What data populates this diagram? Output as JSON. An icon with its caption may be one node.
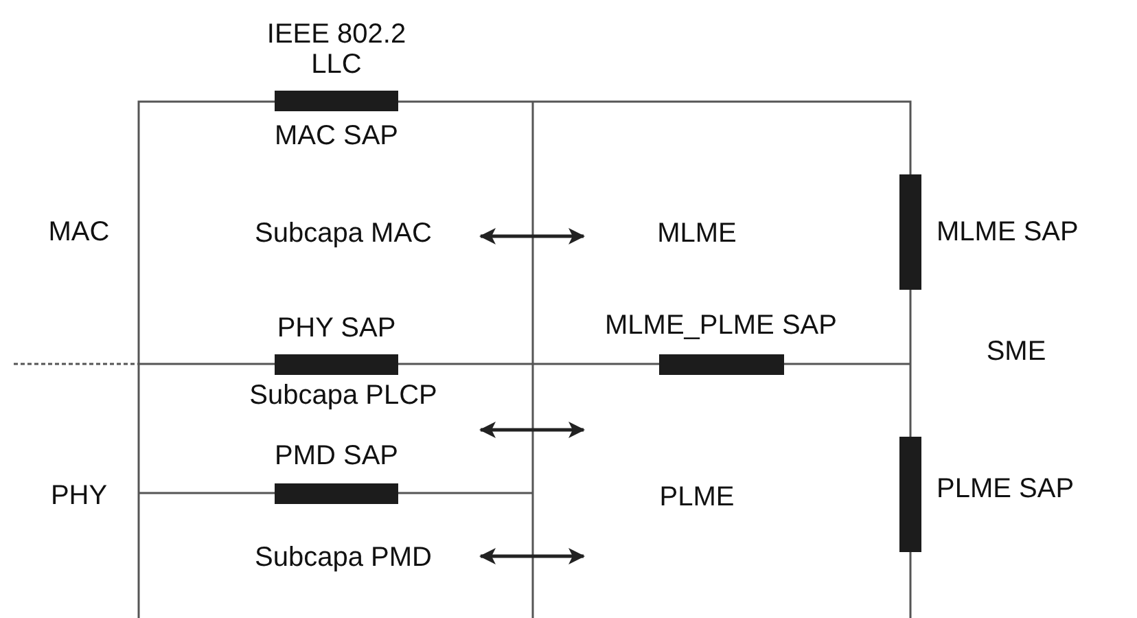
{
  "diagram": {
    "nodes": [
      {
        "text": [
          "Subcapa MAC"
        ]
      },
      {
        "text": [
          "MLME"
        ]
      },
      {
        "text": [
          "Subcapa PLCP"
        ]
      },
      {
        "text": [
          "Subcapa PMD"
        ]
      },
      {
        "text": [
          "PLME"
        ]
      }
    ],
    "edges": [
      {
        "from": 0,
        "to": 1,
        "arrow": "both"
      },
      {
        "from": 2,
        "to": 4,
        "arrow": "both"
      },
      {
        "from": 3,
        "to": 4,
        "arrow": "both"
      }
    ],
    "labels": [
      "IEEE 802.2 LLC",
      "MAC SAP",
      "MAC",
      "MLME SAP",
      "PHY SAP",
      "MLME_PLME SAP",
      "SME",
      "PMD SAP",
      "PHY",
      "PLME SAP"
    ]
  }
}
